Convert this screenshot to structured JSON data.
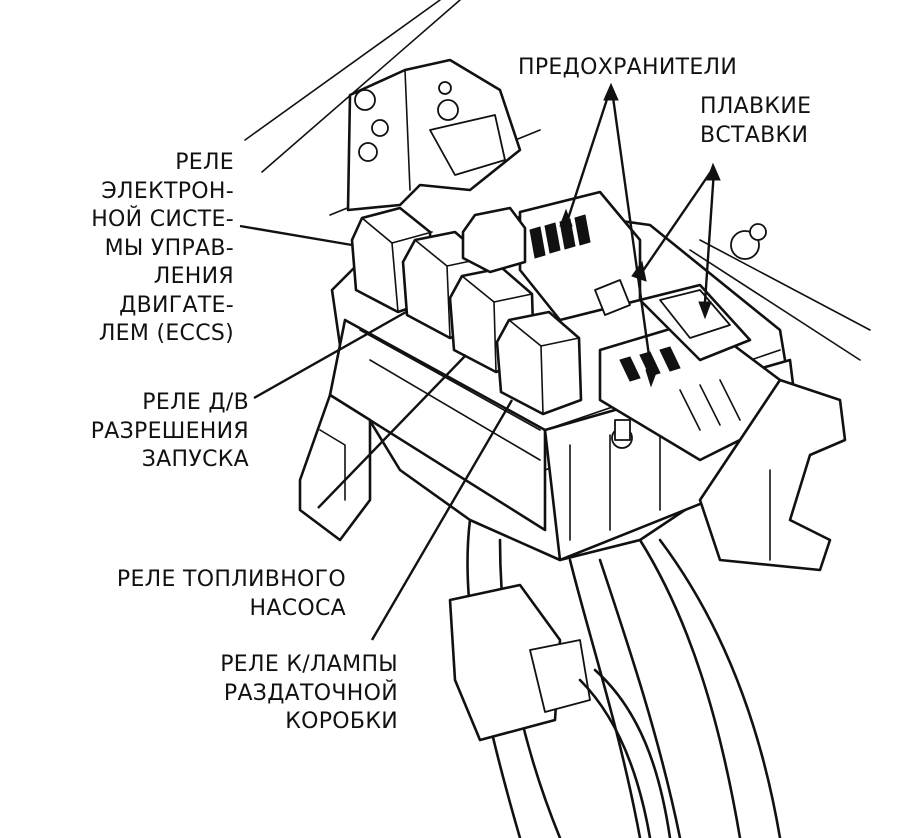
{
  "labels": {
    "eccs_relay": [
      "РЕЛЕ",
      "ЭЛЕКТРОН-",
      "НОЙ СИСТЕ-",
      "МЫ УПРАВ-",
      "ЛЕНИЯ",
      "ДВИГАТЕ-",
      "ЛЕМ (ECCS)"
    ],
    "start_relay": [
      "РЕЛЕ Д/В",
      "РАЗРЕШЕНИЯ",
      "ЗАПУСКА"
    ],
    "fuel_pump_relay": [
      "РЕЛЕ ТОПЛИВНОГО",
      "НАСОСА"
    ],
    "lamp_relay": [
      "РЕЛЕ К/ЛАМПЫ",
      "РАЗДАТОЧНОЙ",
      "КОРОБКИ"
    ],
    "fuses": [
      "ПРЕДОХРАНИТЕЛИ"
    ],
    "fusible_links": [
      "ПЛАВКИЕ",
      "ВСТАВКИ"
    ]
  },
  "colors": {
    "ink": "#111111",
    "background": "#ffffff"
  }
}
